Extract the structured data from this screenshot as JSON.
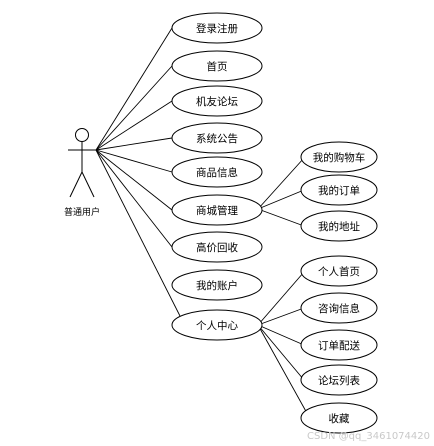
{
  "actor": {
    "label": "普通用户"
  },
  "use_cases": {
    "login": "登录注册",
    "home": "首页",
    "forum": "机友论坛",
    "notice": "系统公告",
    "goods": "商品信息",
    "mall": "商城管理",
    "recycle": "高价回收",
    "account": "我的账户",
    "center": "个人中心",
    "cart": "我的购物车",
    "orders": "我的订单",
    "address": "我的地址",
    "profile": "个人首页",
    "consult": "咨询信息",
    "delivery": "订单配送",
    "forum_list": "论坛列表",
    "favorites": "收藏"
  },
  "watermark": "CSDN @qq_3461074420"
}
